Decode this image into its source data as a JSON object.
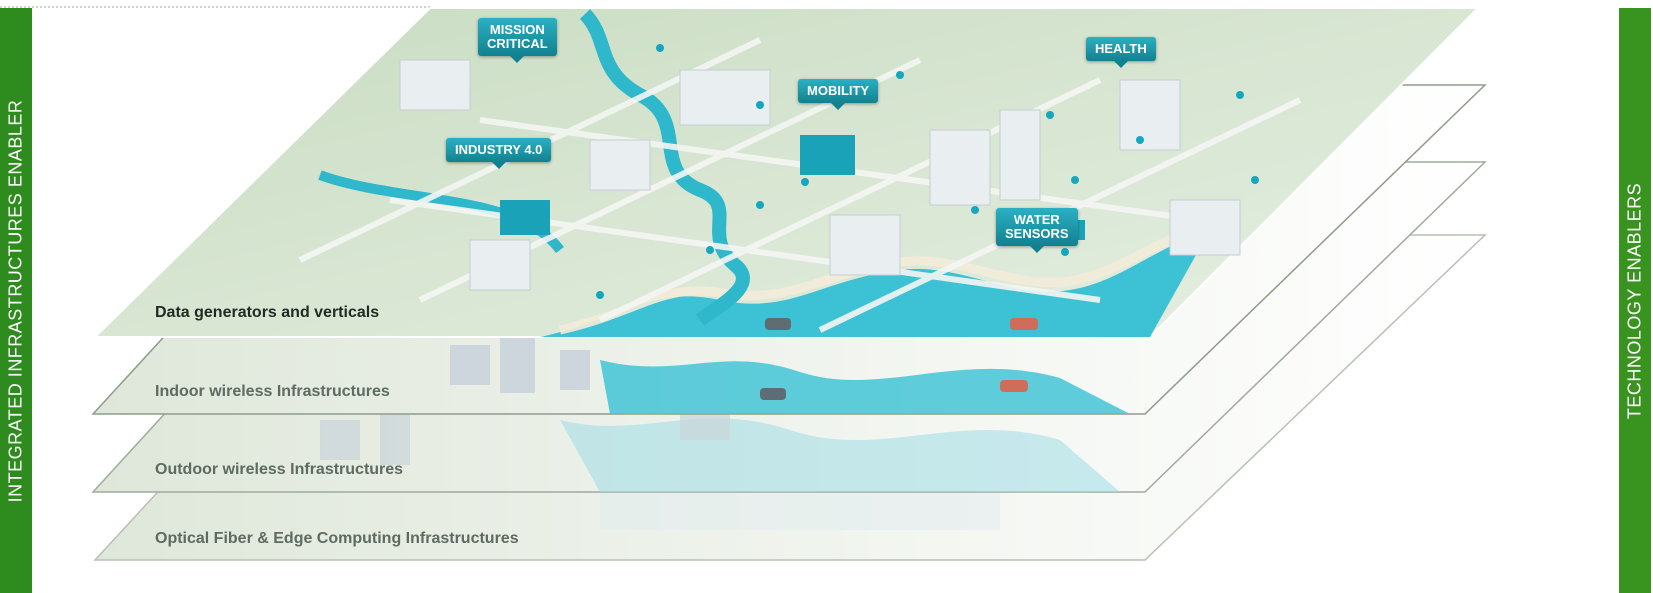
{
  "side_labels": {
    "left": "INTEGRATED INFRASTRUCTURES ENABLER",
    "right": "TECHNOLOGY ENABLERS"
  },
  "layers": [
    {
      "label": "Data generators and verticals"
    },
    {
      "label": "Indoor wireless Infrastructures"
    },
    {
      "label": "Outdoor wireless Infrastructures"
    },
    {
      "label": "Optical Fiber & Edge Computing Infrastructures"
    }
  ],
  "callouts": {
    "mission_critical": "MISSION\nCRITICAL",
    "health": "HEALTH",
    "mobility": "MOBILITY",
    "industry": "INDUSTRY 4.0",
    "water_sensors": "WATER\nSENSORS"
  },
  "colors": {
    "accent_green": "#2e8b1e",
    "callout_teal": "#1a9aab",
    "water": "#35c3d6",
    "land": "#d3e3cd"
  }
}
